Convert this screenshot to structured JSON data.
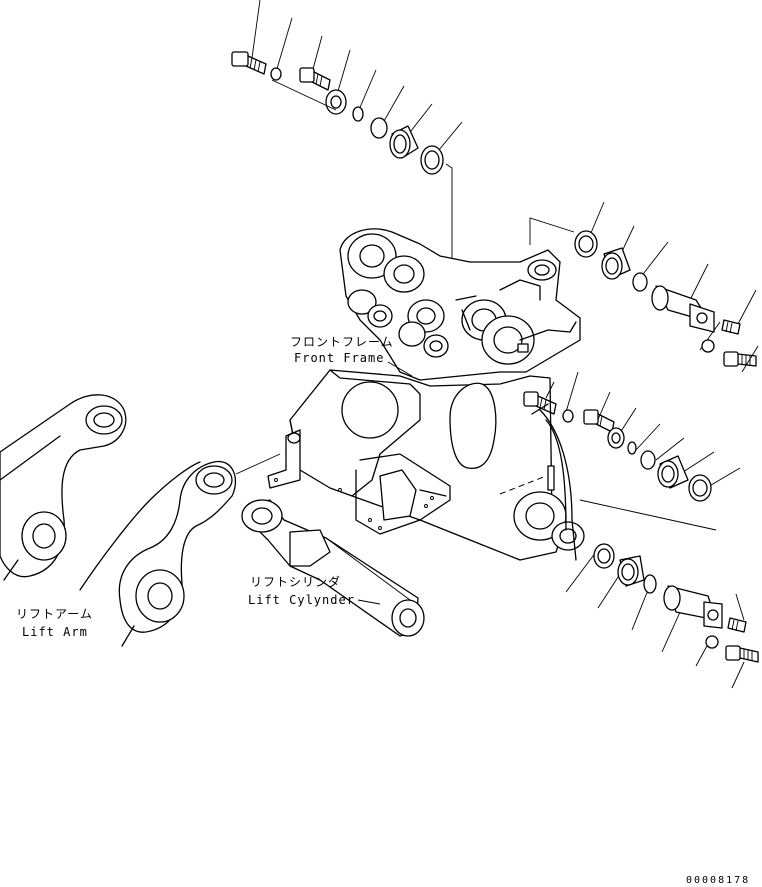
{
  "labels": {
    "front_frame_jp": "フロントフレーム",
    "front_frame_en": "Front Frame",
    "lift_arm_jp": "リフトアーム",
    "lift_arm_en": "Lift Arm",
    "lift_cylinder_jp": "リフトシリンダ",
    "lift_cylinder_en": "Lift Cylynder"
  },
  "document_number": "00008178"
}
